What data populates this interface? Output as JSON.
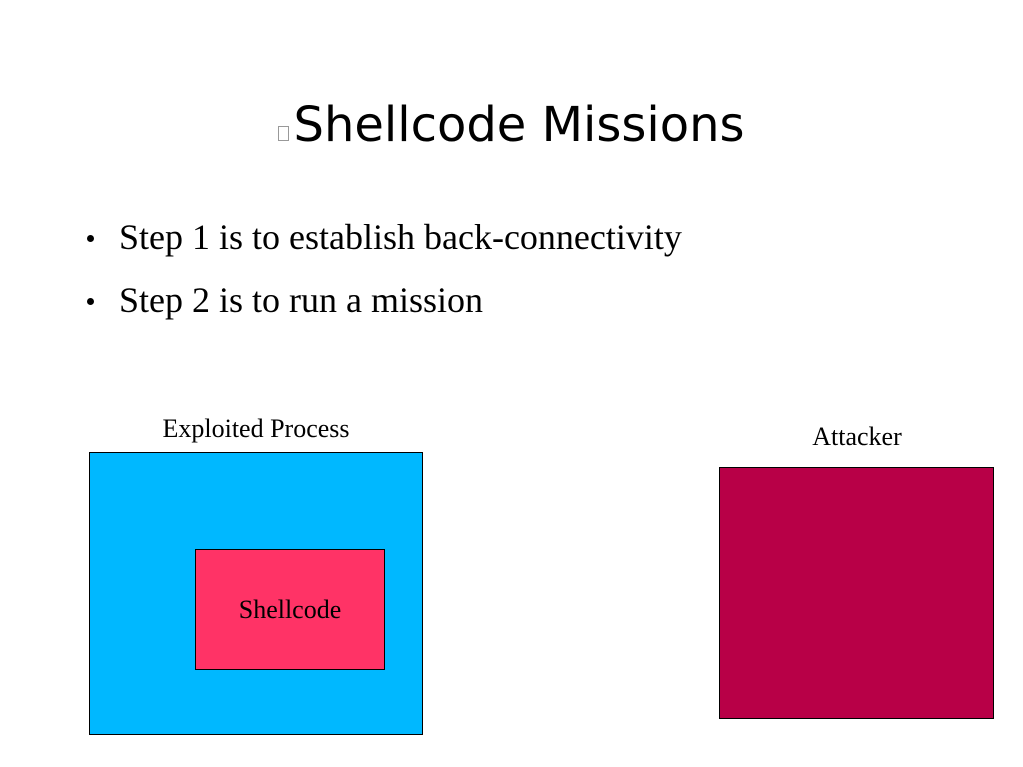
{
  "slide": {
    "title": "Shellcode Missions",
    "bullets": [
      "Step 1 is to establish back-connectivity",
      "Step 2 is to run a mission"
    ]
  },
  "diagram": {
    "exploited_process_label": "Exploited Process",
    "shellcode_label": "Shellcode",
    "attacker_label": "Attacker"
  },
  "colors": {
    "exploited_process": "#00b8ff",
    "shellcode": "#ff3366",
    "attacker": "#b80047"
  },
  "icons": {
    "title_glyph": "missing-glyph-icon"
  }
}
